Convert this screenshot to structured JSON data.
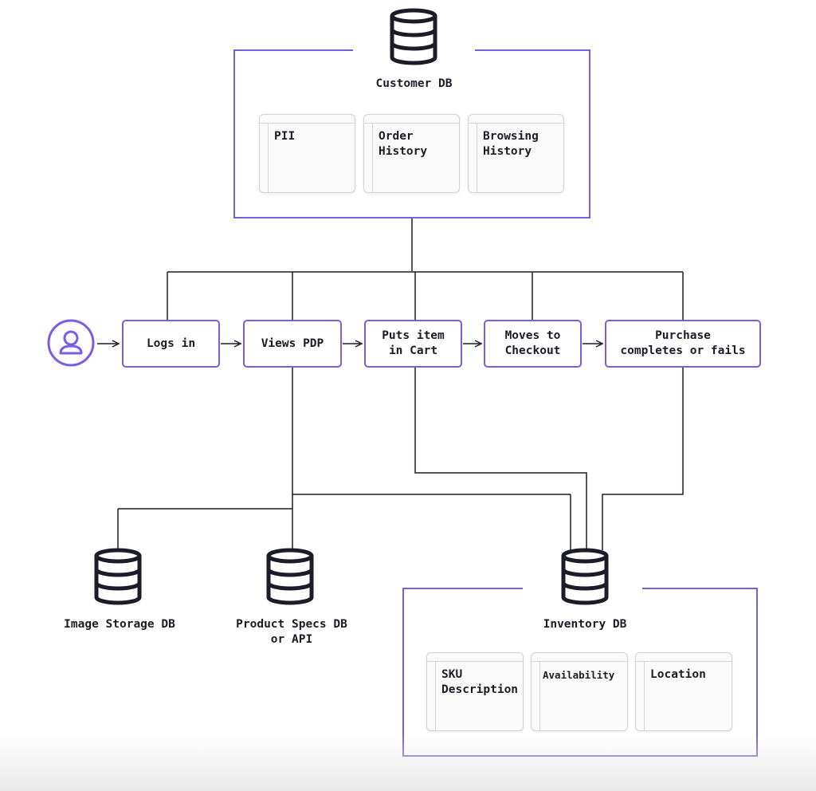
{
  "customer_db": {
    "title": "Customer DB",
    "cards": [
      "PII",
      "Order\nHistory",
      "Browsing\nHistory"
    ]
  },
  "flow": {
    "steps": [
      "Logs in",
      "Views PDP",
      "Puts item\nin Cart",
      "Moves to\nCheckout",
      "Purchase\ncompletes or fails"
    ]
  },
  "image_storage": {
    "title": "Image Storage DB"
  },
  "product_specs": {
    "title": "Product Specs DB\nor API"
  },
  "inventory_db": {
    "title": "Inventory DB",
    "cards": [
      "SKU\nDescription",
      "Availability",
      "Location"
    ]
  },
  "colors": {
    "accent": "#7c5ce0",
    "ink": "#1c1c28",
    "card_border": "#d3d3d3"
  },
  "icons": {
    "database": "database-icon",
    "user": "user-icon"
  }
}
